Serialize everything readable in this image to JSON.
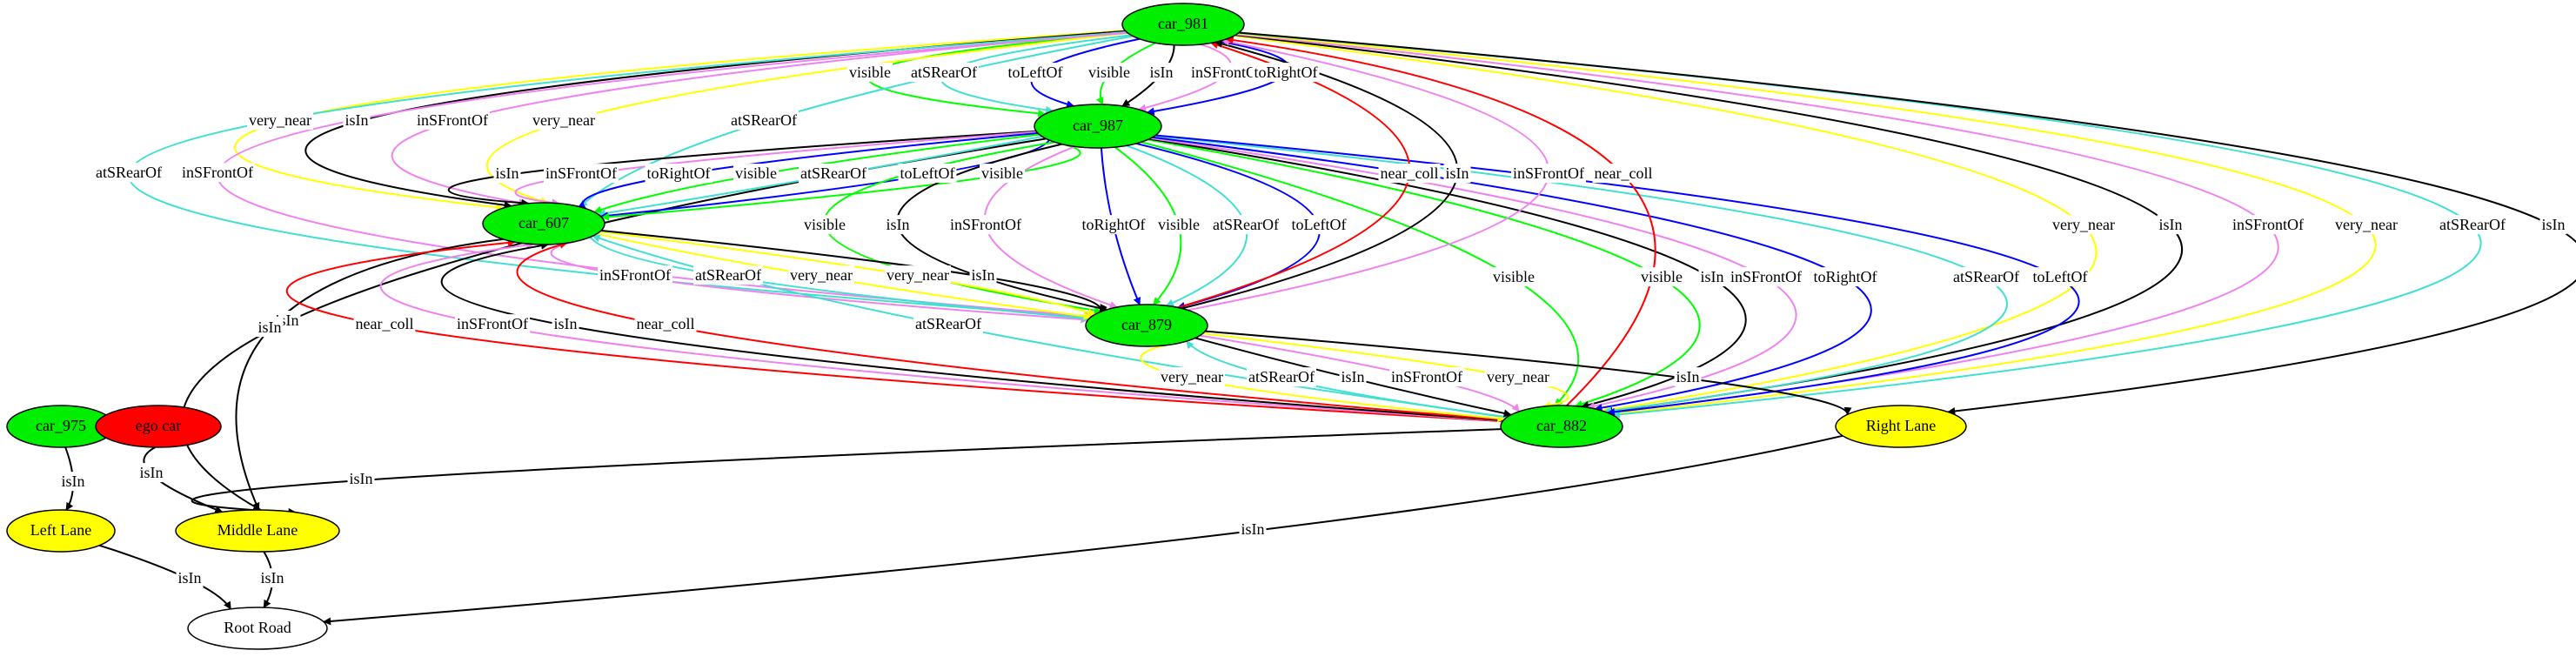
{
  "colors": {
    "green": "#00ee00",
    "red": "#ff0000",
    "yellow": "#ffff00",
    "white": "#ffffff",
    "black": "#000000",
    "blue": "#0000ff",
    "turquoise": "#40e0d0",
    "violet": "#ee82ee",
    "lime": "#00ff00"
  },
  "nodes": [
    {
      "id": "car_981",
      "label": "car_981",
      "fill": "green"
    },
    {
      "id": "car_987",
      "label": "car_987",
      "fill": "green"
    },
    {
      "id": "car_607",
      "label": "car_607",
      "fill": "green"
    },
    {
      "id": "car_879",
      "label": "car_879",
      "fill": "green"
    },
    {
      "id": "car_882",
      "label": "car_882",
      "fill": "green"
    },
    {
      "id": "car_975",
      "label": "car_975",
      "fill": "green"
    },
    {
      "id": "ego_car",
      "label": "ego car",
      "fill": "red"
    },
    {
      "id": "right_lane",
      "label": "Right Lane",
      "fill": "yellow"
    },
    {
      "id": "left_lane",
      "label": "Left Lane",
      "fill": "yellow"
    },
    {
      "id": "middle_lane",
      "label": "Middle Lane",
      "fill": "yellow"
    },
    {
      "id": "root_road",
      "label": "Root Road",
      "fill": "white"
    }
  ],
  "edges": [
    {
      "from": "car_981",
      "to": "car_987",
      "label": "visible",
      "color": "lime"
    },
    {
      "from": "car_981",
      "to": "car_987",
      "label": "atSRearOf",
      "color": "turquoise"
    },
    {
      "from": "car_981",
      "to": "car_987",
      "label": "toLeftOf",
      "color": "blue"
    },
    {
      "from": "car_981",
      "to": "car_987",
      "label": "visible",
      "color": "lime"
    },
    {
      "from": "car_981",
      "to": "car_987",
      "label": "isIn",
      "color": "black"
    },
    {
      "from": "car_981",
      "to": "car_987",
      "label": "inSFrontOf",
      "color": "violet"
    },
    {
      "from": "car_981",
      "to": "car_987",
      "label": "toRightOf",
      "color": "blue"
    },
    {
      "from": "car_981",
      "to": "car_607",
      "label": "very_near",
      "color": "yellow"
    },
    {
      "from": "car_981",
      "to": "car_607",
      "label": "isIn",
      "color": "black"
    },
    {
      "from": "car_981",
      "to": "car_607",
      "label": "inSFrontOf",
      "color": "violet"
    },
    {
      "from": "car_981",
      "to": "car_607",
      "label": "very_near",
      "color": "yellow"
    },
    {
      "from": "car_981",
      "to": "car_607",
      "label": "atSRearOf",
      "color": "turquoise"
    },
    {
      "from": "car_981",
      "to": "car_879",
      "label": "atSRearOf",
      "color": "turquoise"
    },
    {
      "from": "car_981",
      "to": "car_879",
      "label": "inSFrontOf",
      "color": "violet"
    },
    {
      "from": "car_981",
      "to": "car_882",
      "label": "very_near",
      "color": "yellow"
    },
    {
      "from": "car_981",
      "to": "car_882",
      "label": "isIn",
      "color": "black"
    },
    {
      "from": "car_981",
      "to": "car_882",
      "label": "inSFrontOf",
      "color": "violet"
    },
    {
      "from": "car_981",
      "to": "car_882",
      "label": "very_near",
      "color": "yellow"
    },
    {
      "from": "car_981",
      "to": "car_882",
      "label": "atSRearOf",
      "color": "turquoise"
    },
    {
      "from": "car_981",
      "to": "right_lane",
      "label": "isIn",
      "color": "black"
    },
    {
      "from": "car_987",
      "to": "middle_lane",
      "label": "isIn",
      "color": "black"
    },
    {
      "from": "car_987",
      "to": "car_607",
      "label": "isIn",
      "color": "black"
    },
    {
      "from": "car_987",
      "to": "car_607",
      "label": "inSFrontOf",
      "color": "violet"
    },
    {
      "from": "car_987",
      "to": "car_607",
      "label": "toRightOf",
      "color": "blue"
    },
    {
      "from": "car_987",
      "to": "car_607",
      "label": "visible",
      "color": "lime"
    },
    {
      "from": "car_987",
      "to": "car_607",
      "label": "atSRearOf",
      "color": "turquoise"
    },
    {
      "from": "car_987",
      "to": "car_607",
      "label": "toLeftOf",
      "color": "blue"
    },
    {
      "from": "car_987",
      "to": "car_607",
      "label": "visible",
      "color": "lime"
    },
    {
      "from": "car_987",
      "to": "car_879",
      "label": "visible",
      "color": "lime"
    },
    {
      "from": "car_987",
      "to": "car_879",
      "label": "isIn",
      "color": "black"
    },
    {
      "from": "car_987",
      "to": "car_879",
      "label": "inSFrontOf",
      "color": "violet"
    },
    {
      "from": "car_987",
      "to": "car_879",
      "label": "toRightOf",
      "color": "blue"
    },
    {
      "from": "car_987",
      "to": "car_879",
      "label": "visible",
      "color": "lime"
    },
    {
      "from": "car_987",
      "to": "car_879",
      "label": "atSRearOf",
      "color": "turquoise"
    },
    {
      "from": "car_987",
      "to": "car_879",
      "label": "toLeftOf",
      "color": "blue"
    },
    {
      "from": "car_987",
      "to": "car_882",
      "label": "visible",
      "color": "lime"
    },
    {
      "from": "car_987",
      "to": "car_882",
      "label": "visible",
      "color": "lime"
    },
    {
      "from": "car_987",
      "to": "car_882",
      "label": "isIn",
      "color": "black"
    },
    {
      "from": "car_987",
      "to": "car_882",
      "label": "inSFrontOf",
      "color": "violet"
    },
    {
      "from": "car_987",
      "to": "car_882",
      "label": "toRightOf",
      "color": "blue"
    },
    {
      "from": "car_987",
      "to": "car_882",
      "label": "atSRearOf",
      "color": "turquoise"
    },
    {
      "from": "car_987",
      "to": "car_882",
      "label": "toLeftOf",
      "color": "blue"
    },
    {
      "from": "car_879",
      "to": "car_981",
      "label": "near_coll",
      "color": "red"
    },
    {
      "from": "car_879",
      "to": "car_981",
      "label": "isIn",
      "color": "black"
    },
    {
      "from": "car_879",
      "to": "car_981",
      "label": "inSFrontOf",
      "color": "violet"
    },
    {
      "from": "car_882",
      "to": "car_981",
      "label": "near_coll",
      "color": "red"
    },
    {
      "from": "car_607",
      "to": "car_879",
      "label": "inSFrontOf",
      "color": "violet"
    },
    {
      "from": "car_607",
      "to": "car_879",
      "label": "atSRearOf",
      "color": "turquoise"
    },
    {
      "from": "car_607",
      "to": "car_879",
      "label": "very_near",
      "color": "yellow"
    },
    {
      "from": "car_607",
      "to": "car_879",
      "label": "very_near",
      "color": "yellow"
    },
    {
      "from": "car_607",
      "to": "car_879",
      "label": "isIn",
      "color": "black"
    },
    {
      "from": "car_607",
      "to": "middle_lane",
      "label": "isIn",
      "color": "black"
    },
    {
      "from": "car_882",
      "to": "car_607",
      "label": "near_coll",
      "color": "red"
    },
    {
      "from": "car_882",
      "to": "car_607",
      "label": "inSFrontOf",
      "color": "violet"
    },
    {
      "from": "car_882",
      "to": "car_607",
      "label": "isIn",
      "color": "black"
    },
    {
      "from": "car_882",
      "to": "car_607",
      "label": "near_coll",
      "color": "red"
    },
    {
      "from": "car_882",
      "to": "car_607",
      "label": "atSRearOf",
      "color": "turquoise"
    },
    {
      "from": "car_879",
      "to": "car_882",
      "label": "very_near",
      "color": "yellow"
    },
    {
      "from": "car_882",
      "to": "car_879",
      "label": "atSRearOf",
      "color": "turquoise"
    },
    {
      "from": "car_879",
      "to": "car_882",
      "label": "isIn",
      "color": "black"
    },
    {
      "from": "car_879",
      "to": "car_882",
      "label": "inSFrontOf",
      "color": "violet"
    },
    {
      "from": "car_879",
      "to": "car_882",
      "label": "very_near",
      "color": "yellow"
    },
    {
      "from": "car_879",
      "to": "right_lane",
      "label": "isIn",
      "color": "black"
    },
    {
      "from": "car_882",
      "to": "middle_lane",
      "label": "isIn",
      "color": "black"
    },
    {
      "from": "car_975",
      "to": "left_lane",
      "label": "isIn",
      "color": "black"
    },
    {
      "from": "ego_car",
      "to": "middle_lane",
      "label": "isIn",
      "color": "black"
    },
    {
      "from": "left_lane",
      "to": "root_road",
      "label": "isIn",
      "color": "black"
    },
    {
      "from": "middle_lane",
      "to": "root_road",
      "label": "isIn",
      "color": "black"
    },
    {
      "from": "right_lane",
      "to": "root_road",
      "label": "isIn",
      "color": "black"
    }
  ]
}
